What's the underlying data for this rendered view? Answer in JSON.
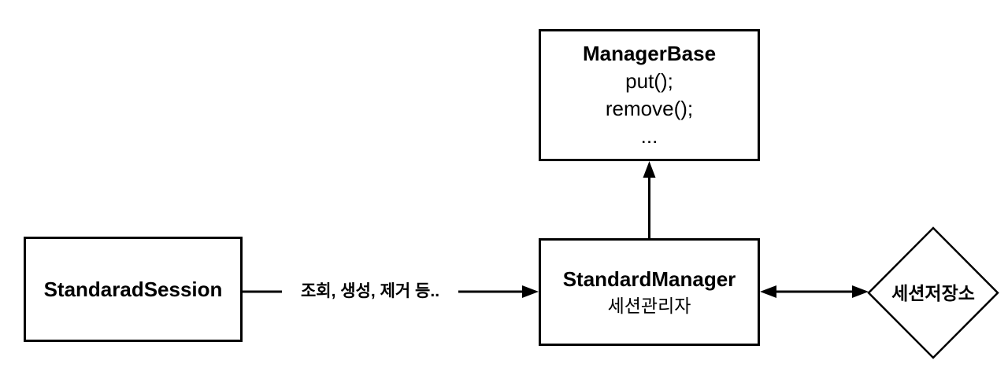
{
  "colors": {
    "stroke": "#000000",
    "background": "#ffffff"
  },
  "nodes": {
    "manager_base": {
      "title": "ManagerBase",
      "methods": [
        "put();",
        "remove();",
        "..."
      ]
    },
    "standarad_session": {
      "title": "StandaradSession"
    },
    "standard_manager": {
      "title": "StandardManager",
      "subtitle": "세션관리자"
    },
    "session_store": {
      "label": "세션저장소"
    }
  },
  "edges": {
    "session_to_manager": {
      "label": "조회, 생성, 제거 등.."
    }
  }
}
